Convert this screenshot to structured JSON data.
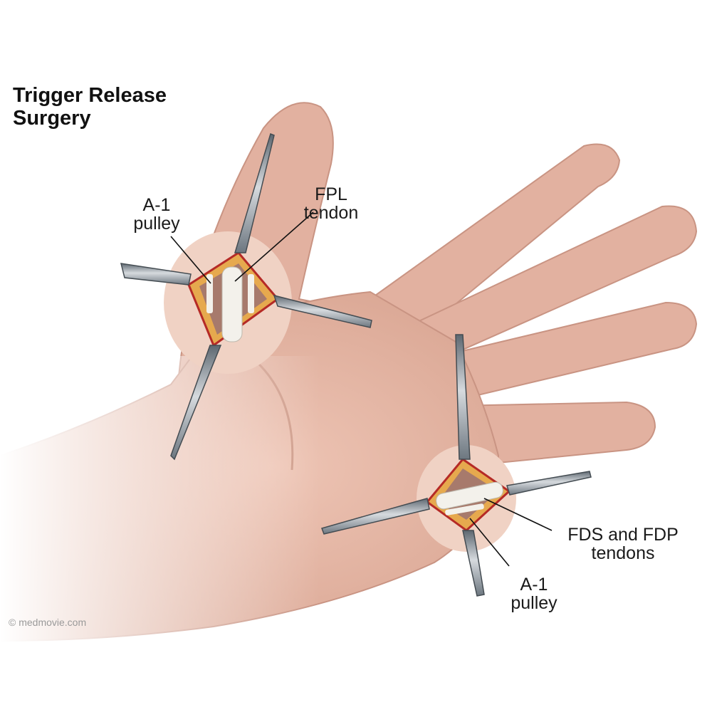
{
  "title": {
    "line1": "Trigger Release",
    "line2": "Surgery"
  },
  "labels": {
    "thumb_pulley": {
      "line1": "A-1",
      "line2": "pulley"
    },
    "fpl_tendon": {
      "line1": "FPL",
      "line2": "tendon"
    },
    "fds_fdp": {
      "line1": "FDS and FDP",
      "line2": "tendons"
    },
    "finger_pulley": {
      "line1": "A-1",
      "line2": "pulley"
    }
  },
  "watermark": "© medmovie.com",
  "colors": {
    "skin": "#e7b9a8",
    "skin_shadow": "#c99483",
    "fat": "#e9b45a",
    "blood": "#c0282a",
    "tendon": "#f1efe9",
    "retractor": "#8a949c"
  }
}
